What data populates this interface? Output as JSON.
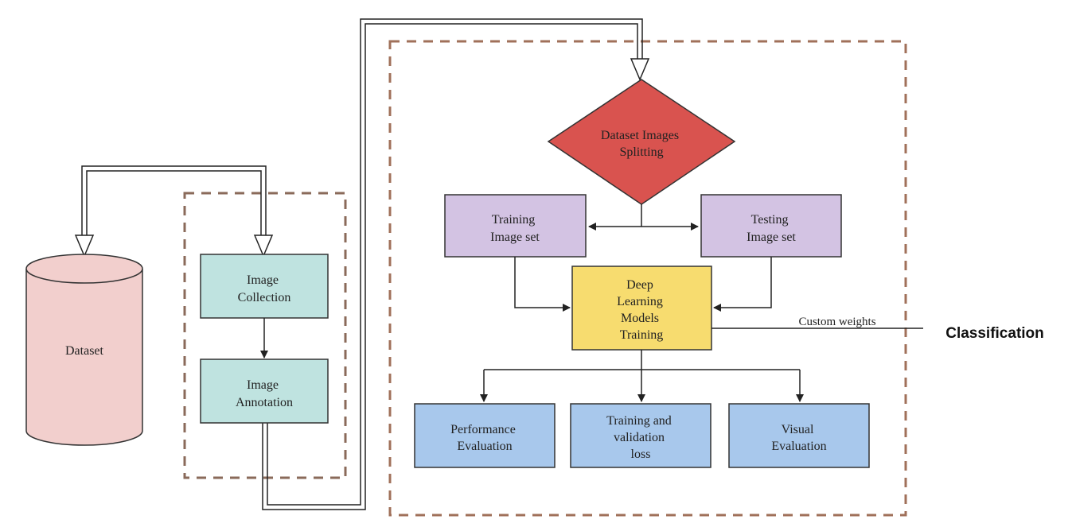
{
  "diagram": {
    "dataset": {
      "label": "Dataset"
    },
    "image_collection": {
      "label_lines": [
        "Image",
        "Collection"
      ]
    },
    "image_annotation": {
      "label_lines": [
        "Image",
        "Annotation"
      ]
    },
    "splitting": {
      "label_lines": [
        "Dataset Images",
        "Splitting"
      ]
    },
    "training_set": {
      "label_lines": [
        "Training",
        "Image set"
      ]
    },
    "testing_set": {
      "label_lines": [
        "Testing",
        "Image set"
      ]
    },
    "dl_training": {
      "label_lines": [
        "Deep",
        "Learning",
        "Models",
        "Training"
      ]
    },
    "performance": {
      "label_lines": [
        "Performance",
        "Evaluation"
      ]
    },
    "train_val_loss": {
      "label_lines": [
        "Training and",
        "validation",
        "loss"
      ]
    },
    "visual": {
      "label_lines": [
        "Visual",
        "Evaluation"
      ]
    },
    "custom_weights": "Custom weights",
    "classification": "Classification"
  },
  "colors": {
    "dataset_fill": "#f2cfcd",
    "teal_fill": "#bfe3e0",
    "diamond_fill": "#d9534f",
    "purple_fill": "#d3c3e3",
    "yellow_fill": "#f7dc6f",
    "blue_fill": "#a8c8ec",
    "dash_stroke": "#8a6a5a"
  }
}
